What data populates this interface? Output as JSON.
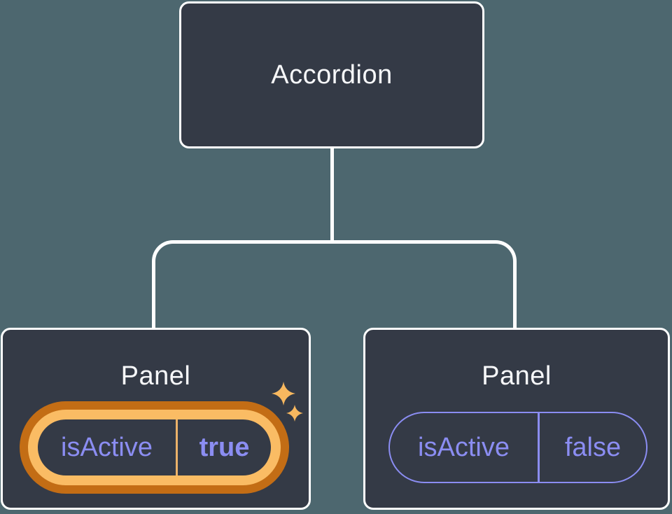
{
  "title": "Accordion component tree with isActive state",
  "colors": {
    "background": "#4d676f",
    "node-fill": "#343a46",
    "node-border": "#ffffff",
    "node-text": "#f6f7f9",
    "connector": "#ffffff",
    "state-purple": "#8b8df2",
    "highlight-ring-outer": "#c36d15",
    "highlight-ring-inner": "#fabc64",
    "highlight-divider": "#ecb269",
    "sparkle": "#f8b85f"
  },
  "tree": {
    "root": {
      "label": "Accordion"
    },
    "children": [
      {
        "label": "Panel",
        "state": {
          "key": "isActive",
          "value": "true"
        },
        "highlighted": true,
        "icon": "sparkles-icon"
      },
      {
        "label": "Panel",
        "state": {
          "key": "isActive",
          "value": "false"
        },
        "highlighted": false
      }
    ]
  }
}
